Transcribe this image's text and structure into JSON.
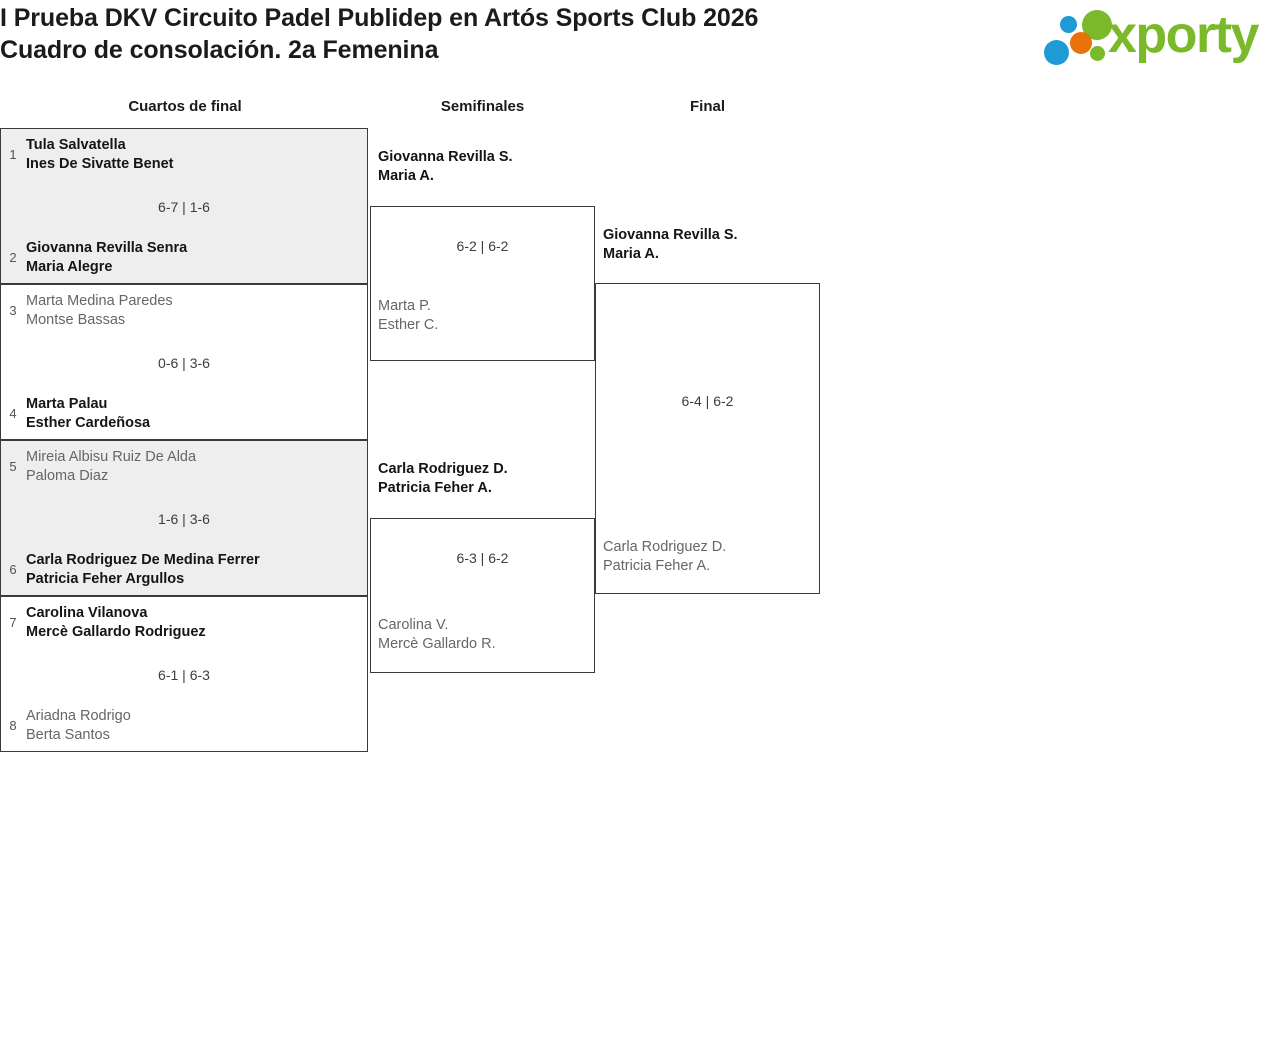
{
  "header": {
    "title_line1": "I Prueba DKV Circuito Padel Publidep en Artós Sports Club 2026",
    "title_line2": "Cuadro de consolación. 2a Femenina",
    "logo_text": "xporty",
    "logo_colors": {
      "green": "#7ab929",
      "blue": "#1e9ad6",
      "orange": "#e8710a"
    }
  },
  "rounds": [
    {
      "label": "Cuartos de final"
    },
    {
      "label": "Semifinales"
    },
    {
      "label": "Final"
    }
  ],
  "quarterfinals": [
    {
      "shaded": true,
      "score": "6-7 | 1-6",
      "top": {
        "seed": "1",
        "line1": "Tula Salvatella",
        "line2": "Ines De Sivatte Benet",
        "winner": false
      },
      "bottom": {
        "seed": "2",
        "line1": "Giovanna Revilla Senra",
        "line2": "Maria Alegre",
        "winner": true
      }
    },
    {
      "shaded": false,
      "score": "0-6 | 3-6",
      "top": {
        "seed": "3",
        "line1": "Marta Medina Paredes",
        "line2": "Montse Bassas",
        "winner": false
      },
      "bottom": {
        "seed": "4",
        "line1": "Marta Palau",
        "line2": "Esther Cardeñosa",
        "winner": true
      }
    },
    {
      "shaded": true,
      "score": "1-6 | 3-6",
      "top": {
        "seed": "5",
        "line1": "Mireia Albisu Ruiz De Alda",
        "line2": "Paloma Diaz",
        "winner": false
      },
      "bottom": {
        "seed": "6",
        "line1": "Carla Rodriguez De Medina Ferrer",
        "line2": "Patricia Feher Argullos",
        "winner": true
      }
    },
    {
      "shaded": false,
      "score": "6-1 | 6-3",
      "top": {
        "seed": "7",
        "line1": "Carolina Vilanova",
        "line2": "Mercè Gallardo Rodriguez",
        "winner": true
      },
      "bottom": {
        "seed": "8",
        "line1": "Ariadna Rodrigo",
        "line2": "Berta Santos",
        "winner": false
      }
    }
  ],
  "semifinals": [
    {
      "score": "6-2 | 6-2",
      "top": {
        "line1": "Giovanna Revilla S.",
        "line2": "Maria A.",
        "winner": true
      },
      "bottom": {
        "line1": "Marta P.",
        "line2": "Esther C.",
        "winner": false
      }
    },
    {
      "score": "6-3 | 6-2",
      "top": {
        "line1": "Carla Rodriguez D.",
        "line2": "Patricia Feher A.",
        "winner": true
      },
      "bottom": {
        "line1": "Carolina V.",
        "line2": "Mercè Gallardo R.",
        "winner": false
      }
    }
  ],
  "final": {
    "score": "6-4 | 6-2",
    "top": {
      "line1": "Giovanna Revilla S.",
      "line2": "Maria A.",
      "winner": true
    },
    "bottom": {
      "line1": "Carla Rodriguez D.",
      "line2": "Patricia Feher A.",
      "winner": false
    }
  }
}
